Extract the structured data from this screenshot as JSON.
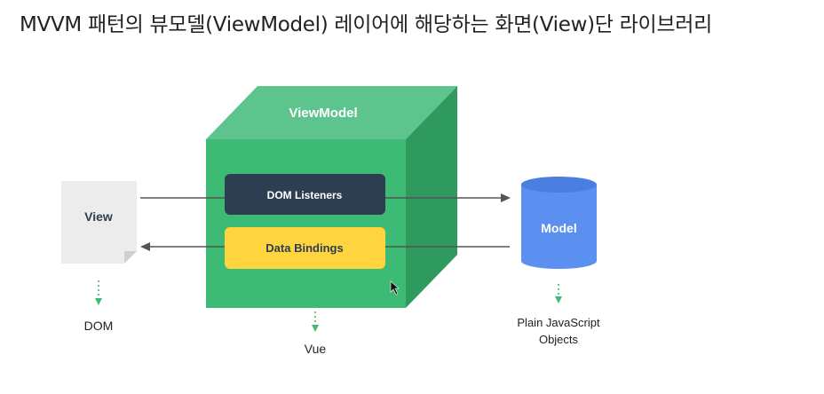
{
  "title": "MVVM 패턴의 뷰모델(ViewModel) 레이어에 해당하는 화면(View)단 라이브러리",
  "diagram": {
    "cube_label": "ViewModel",
    "view_label": "View",
    "model_label": "Model",
    "dom_listeners_label": "DOM Listeners",
    "data_bindings_label": "Data Bindings",
    "dom_label": "DOM",
    "vue_label": "Vue",
    "plain_js_line1": "Plain JavaScript",
    "plain_js_line2": "Objects"
  },
  "colors": {
    "cube_front": "#3dba74",
    "cube_top": "#5ec48d",
    "cube_side": "#2e9a5e",
    "dom_listeners_bg": "#2c3e50",
    "data_bindings_bg": "#ffd43e",
    "model_cylinder": "#5b8ff0",
    "view_doc": "#ececec",
    "arrow": "#555555",
    "dotted_arrow": "#3dba74"
  }
}
